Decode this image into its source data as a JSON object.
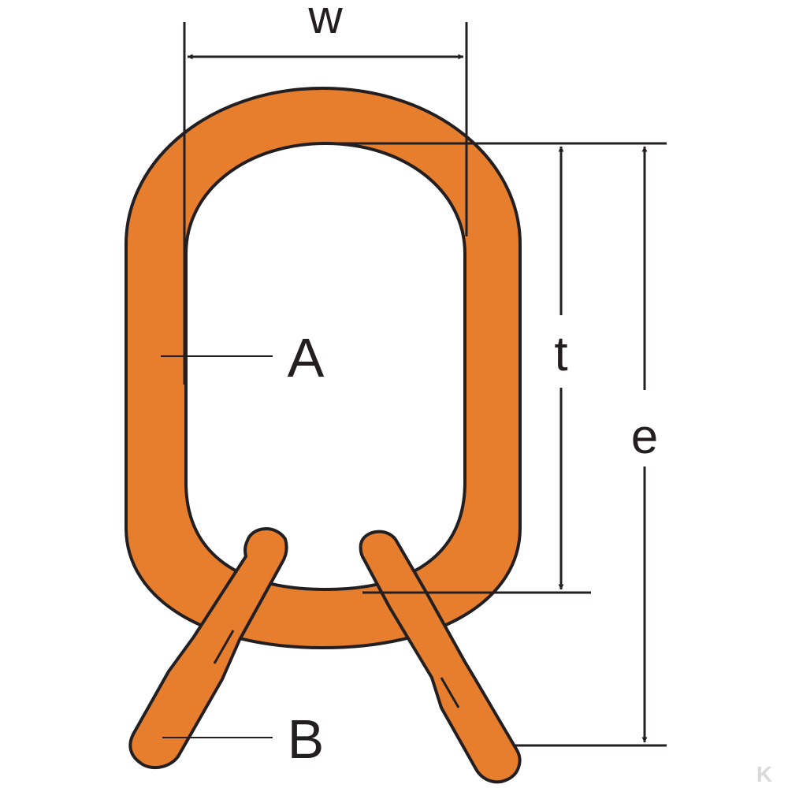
{
  "diagram": {
    "colors": {
      "part": "#e67e2e",
      "outline": "#231f20",
      "dimension": "#231f20",
      "watermark": "#d9d9d9"
    },
    "dimensions": {
      "width_label": "w",
      "inner_length_label": "t",
      "overall_length_label": "e"
    },
    "parts": {
      "master_link_label": "A",
      "sub_link_label": "B"
    },
    "watermark": "K"
  }
}
